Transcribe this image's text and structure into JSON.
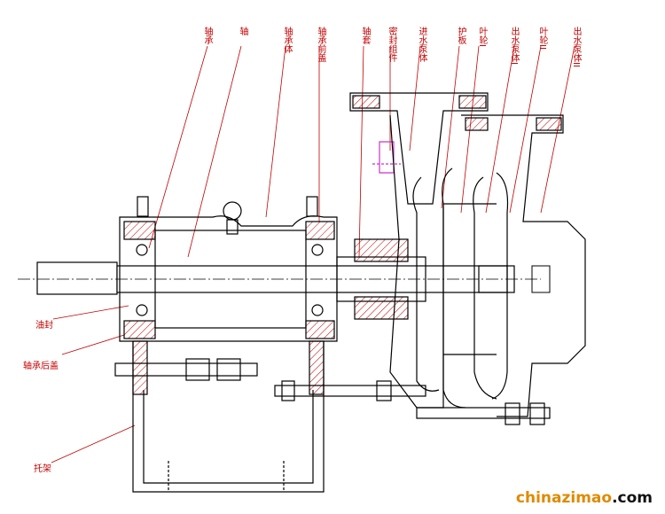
{
  "labels": {
    "bearing": "轴承",
    "shaft": "轴",
    "bearing_housing": "轴承体",
    "bearing_front_cover": "轴承前盖",
    "shaft_sleeve": "轴套",
    "seal_assembly": "密封组件",
    "inlet_casing": "进水泵体",
    "guard_plate": "护板",
    "impeller_1": "叶轮I",
    "outlet_casing_1": "出水泵体I",
    "impeller_2": "叶轮II",
    "outlet_casing_2": "出水泵体II",
    "oil_seal": "油封",
    "bearing_rear_cover": "轴承后盖",
    "bracket": "托架"
  },
  "watermark": {
    "part1": "chinazimao",
    "part2": ".com"
  },
  "colors": {
    "line": "#000000",
    "label": "#c00000",
    "seal": "#cc33cc",
    "watermark": "#e08a00"
  }
}
